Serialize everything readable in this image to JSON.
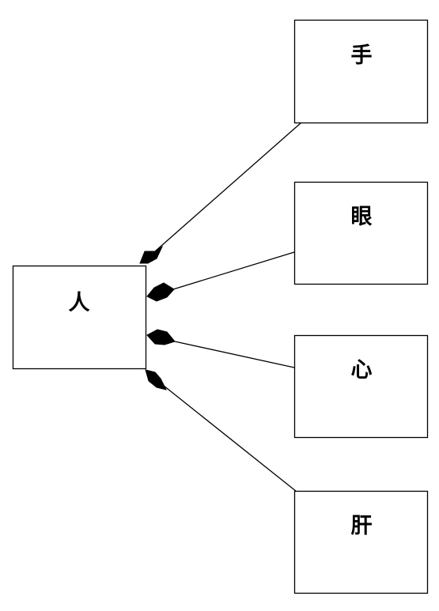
{
  "diagram": {
    "type": "composition",
    "whole": {
      "id": "person",
      "label": "人"
    },
    "parts": [
      {
        "id": "hand",
        "label": "手"
      },
      {
        "id": "eye",
        "label": "眼"
      },
      {
        "id": "heart",
        "label": "心"
      },
      {
        "id": "liver",
        "label": "肝"
      }
    ],
    "relationships": [
      {
        "from": "person",
        "to": "hand",
        "kind": "composition"
      },
      {
        "from": "person",
        "to": "eye",
        "kind": "composition"
      },
      {
        "from": "person",
        "to": "heart",
        "kind": "composition"
      },
      {
        "from": "person",
        "to": "liver",
        "kind": "composition"
      }
    ]
  }
}
